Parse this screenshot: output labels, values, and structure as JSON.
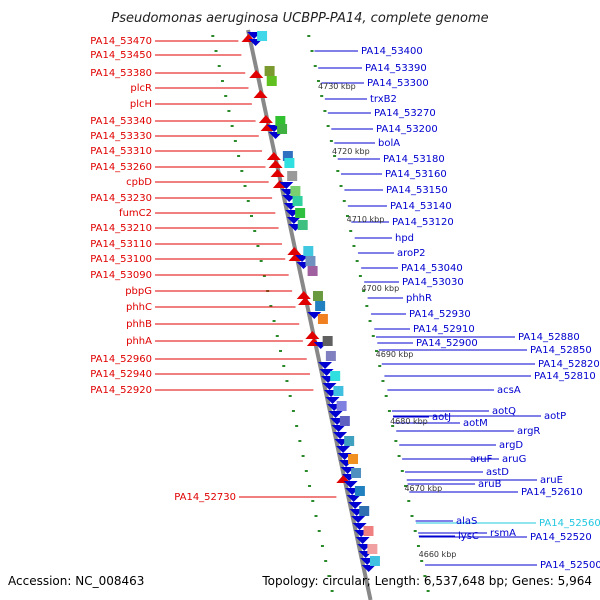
{
  "title": "Pseudomonas aeruginosa UCBPP-PA14, complete genome",
  "accession_text": "Accession: NC_008463",
  "summary_text": "Topology: circular; Length: 6,537,648 bp; Genes: 5,964",
  "colors": {
    "forward": "#e00000",
    "reverse": "#0000d0",
    "backbone": "#888888",
    "tick": "#2a8a2a",
    "highlight": "#22c8e0"
  },
  "ruler": [
    "4730 kbp",
    "4720 kbp",
    "4710 kbp",
    "4700 kbp",
    "4690 kbp",
    "4680 kbp",
    "4670 kbp",
    "4660 kbp"
  ],
  "left_labels": [
    "PA14_53470",
    "PA14_53450",
    "PA14_53380",
    "plcR",
    "plcH",
    "PA14_53340",
    "PA14_53330",
    "PA14_53310",
    "PA14_53260",
    "cpbD",
    "PA14_53230",
    "fumC2",
    "PA14_53210",
    "PA14_53110",
    "PA14_53100",
    "PA14_53090",
    "pbpG",
    "phhC",
    "phhB",
    "phhA",
    "PA14_52960",
    "PA14_52940",
    "PA14_52920",
    "PA14_52730"
  ],
  "right_labels": [
    "PA14_53400",
    "PA14_53390",
    "PA14_53300",
    "trxB2",
    "PA14_53270",
    "PA14_53200",
    "bolA",
    "PA14_53180",
    "PA14_53160",
    "PA14_53150",
    "PA14_53140",
    "PA14_53120",
    "hpd",
    "aroP2",
    "PA14_53040",
    "PA14_53030",
    "phhR",
    "PA14_52930",
    "PA14_52910",
    "PA14_52900",
    "PA14_52880",
    "PA14_52850",
    "PA14_52820",
    "PA14_52810",
    "acsA",
    "aotP",
    "aotQ",
    "aotJ",
    "aotM",
    "argR",
    "argD",
    "aruF",
    "aruG",
    "astD",
    "aruE",
    "aruB",
    "PA14_52610",
    "alaS",
    "PA14_52560",
    "lysC",
    "rsmA",
    "PA14_52520",
    "PA14_52500"
  ]
}
